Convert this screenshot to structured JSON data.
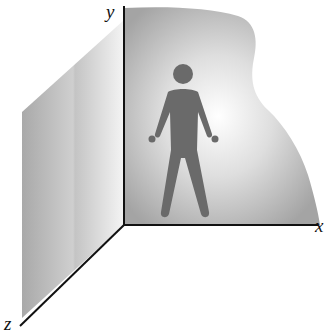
{
  "diagram": {
    "labels": [
      "y",
      "x",
      "z"
    ]
  }
}
